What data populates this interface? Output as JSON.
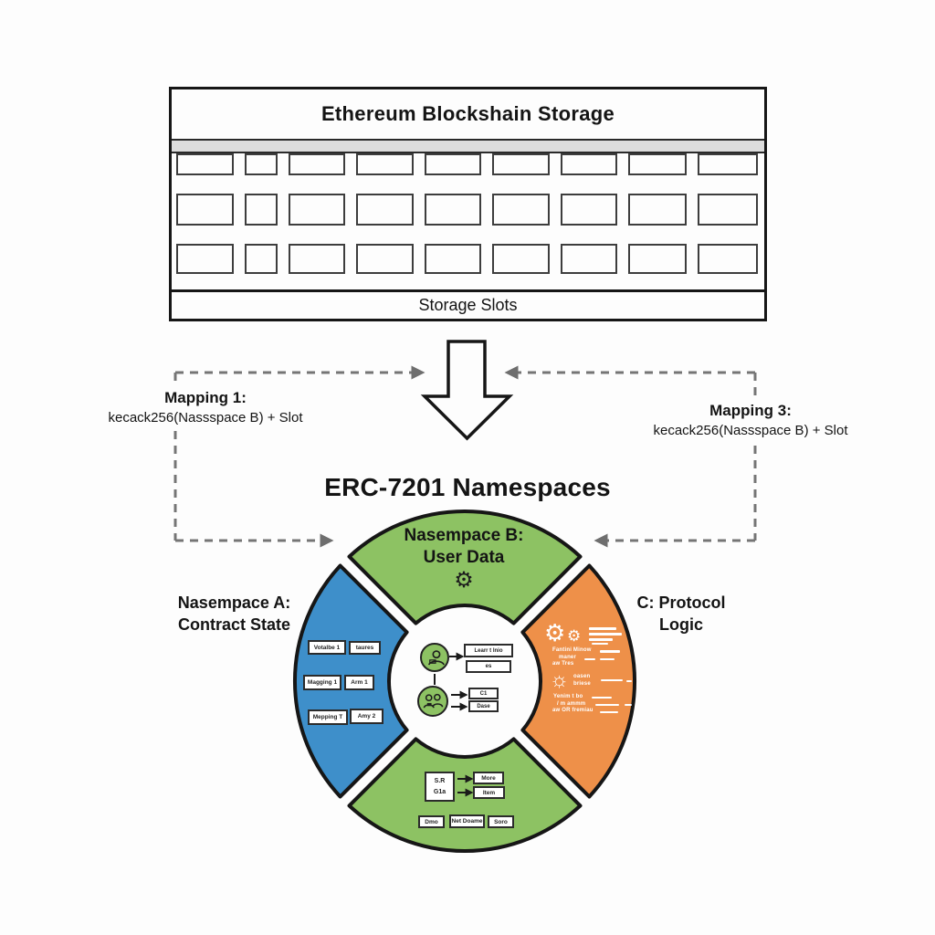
{
  "storage": {
    "title": "Ethereum Blockshain Storage",
    "footer_label": "Storage Slots",
    "rows": 3,
    "slots_per_row": 9
  },
  "mappings": {
    "left": {
      "title": "Mapping 1:",
      "formula": "kecack256(Nassspace B) + Slot"
    },
    "right": {
      "title": "Mapping 3:",
      "formula": "kecack256(Nassspace B) + Slot"
    }
  },
  "diagram_title": "ERC-7201 Namespaces",
  "icons": {
    "gear": "⚙",
    "sun_gear": "☼"
  },
  "wheel": {
    "colors": {
      "blue": "#3E8FCA",
      "green": "#8DC263",
      "orange": "#EE9049",
      "stroke": "#161616"
    },
    "namespace_b": {
      "line1": "Nasempace B:",
      "line2": "User Data"
    },
    "namespace_a": {
      "line1": "Nasempace A:",
      "line2": "Contract State",
      "boxes": [
        "Votalbe 1",
        "taures",
        "Magging 1",
        "Arm 1",
        "Mepping T",
        "Amy 2"
      ]
    },
    "namespace_c": {
      "line1": "C: Protocol",
      "line2": "Logic",
      "text_lines": [
        "Fantini Minow",
        "maner",
        "aw Tres",
        "oasen",
        "briese",
        "Yenim t bo",
        "/ m ammm",
        "aw OR fremiau"
      ]
    },
    "bottom_segment": {
      "source_box": [
        "S.R",
        "G1a"
      ],
      "target_boxes": [
        "More",
        "Item"
      ],
      "row_boxes": [
        "Dmo",
        "Net Doame",
        "Soro"
      ]
    },
    "center": {
      "boxes": [
        "Learr t Inio",
        "es",
        "C1",
        "Dase"
      ]
    }
  }
}
